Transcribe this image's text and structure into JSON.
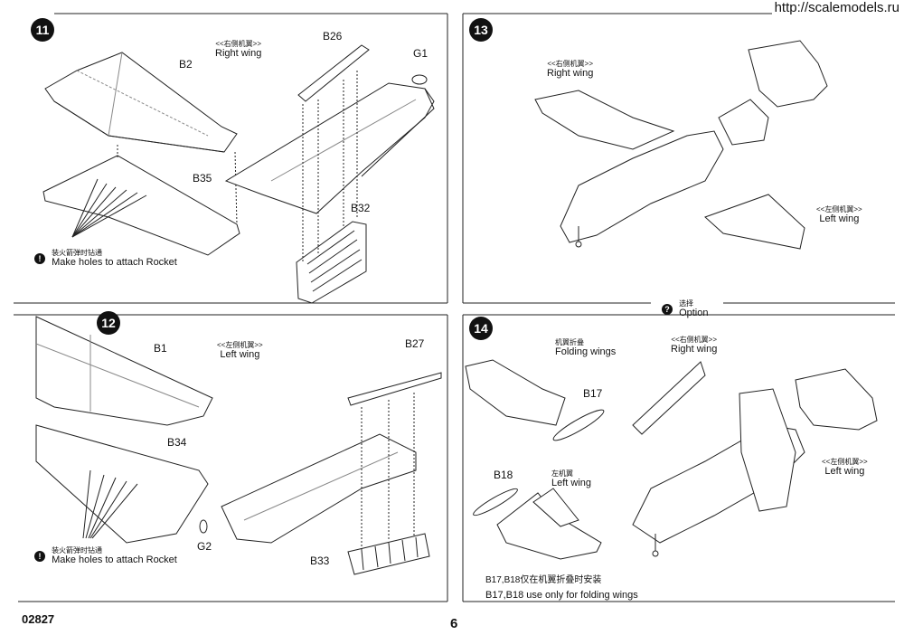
{
  "watermark": "http://scalemodels.ru",
  "product_code": "02827",
  "page_number": "6",
  "steps": [
    {
      "number": "11",
      "wing_cn": "<<右侧机翼>>",
      "wing_en": "Right wing",
      "parts": [
        "B2",
        "B26",
        "G1",
        "B35",
        "B32"
      ],
      "note_cn": "装火箭弹时钻通",
      "note_en": "Make holes to attach Rocket"
    },
    {
      "number": "12",
      "wing_cn": "<<左侧机翼>>",
      "wing_en": "Left wing",
      "parts": [
        "B1",
        "B27",
        "B34",
        "G2",
        "B33"
      ],
      "note_cn": "装火箭弹时钻通",
      "note_en": "Make holes to attach Rocket"
    },
    {
      "number": "13",
      "right_cn": "<<右侧机翼>>",
      "right_en": "Right wing",
      "left_cn": "<<左侧机翼>>",
      "left_en": "Left wing"
    },
    {
      "number": "14",
      "option_cn": "选择",
      "option_en": "Option",
      "fold_cn": "机翼折叠",
      "fold_en": "Folding wings",
      "part_b17": "B17",
      "part_b18": "B18",
      "leftwing_cn": "左机翼",
      "leftwing_en": "Left wing",
      "right_cn": "<<右侧机翼>>",
      "right_en": "Right wing",
      "left_cn": "<<左侧机翼>>",
      "left_en": "Left wing",
      "note_cn": "B17,B18仅在机翼折叠时安装",
      "note_en": "B17,B18 use only for folding wings"
    }
  ]
}
